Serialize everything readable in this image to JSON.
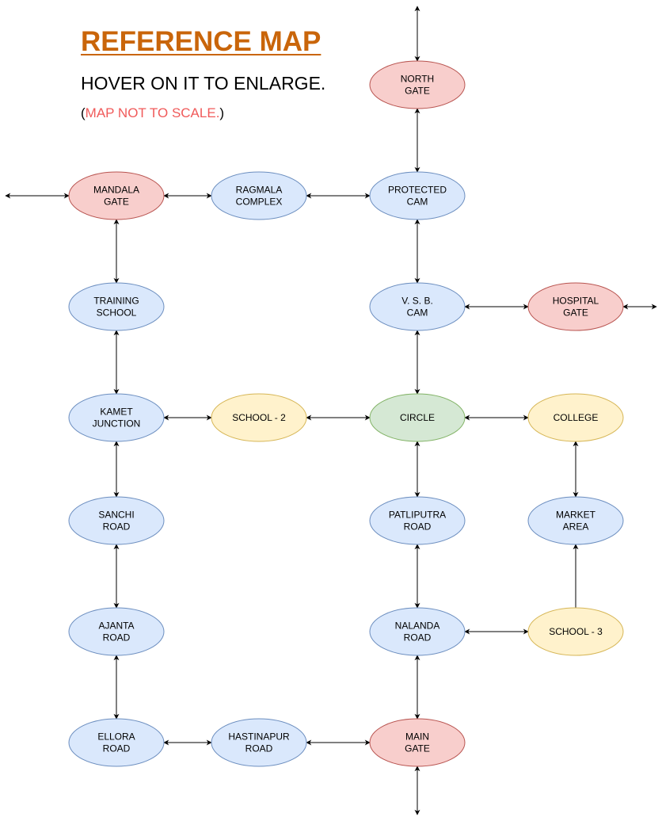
{
  "header": {
    "title": "REFERENCE MAP",
    "subtitle": "HOVER ON IT TO ENLARGE.",
    "note_open": "(",
    "note_text": "MAP NOT TO SCALE.",
    "note_close": ")"
  },
  "colors": {
    "gate_fill": "#f8cecc",
    "gate_stroke": "#b85450",
    "road_fill": "#dae8fc",
    "road_stroke": "#6c8ebf",
    "school_fill": "#fff2cc",
    "school_stroke": "#d6b656",
    "circle_fill": "#d5e8d4",
    "circle_stroke": "#82b366"
  },
  "nodes": [
    {
      "id": "north-gate",
      "lines": [
        "NORTH",
        "GATE"
      ],
      "kind": "gate"
    },
    {
      "id": "mandala-gate",
      "lines": [
        "MANDALA",
        "GATE"
      ],
      "kind": "gate"
    },
    {
      "id": "ragmala-complex",
      "lines": [
        "RAGMALA",
        "COMPLEX"
      ],
      "kind": "road"
    },
    {
      "id": "protected-cam",
      "lines": [
        "PROTECTED",
        "CAM"
      ],
      "kind": "road"
    },
    {
      "id": "training-school",
      "lines": [
        "TRAINING",
        "SCHOOL"
      ],
      "kind": "road"
    },
    {
      "id": "vsb-cam",
      "lines": [
        "V. S. B.",
        "CAM"
      ],
      "kind": "road"
    },
    {
      "id": "hospital-gate",
      "lines": [
        "HOSPITAL",
        "GATE"
      ],
      "kind": "gate"
    },
    {
      "id": "kamet-junction",
      "lines": [
        "KAMET",
        "JUNCTION"
      ],
      "kind": "road"
    },
    {
      "id": "school-2",
      "lines": [
        "SCHOOL - 2"
      ],
      "kind": "school"
    },
    {
      "id": "circle",
      "lines": [
        "CIRCLE"
      ],
      "kind": "circle"
    },
    {
      "id": "college",
      "lines": [
        "COLLEGE"
      ],
      "kind": "school"
    },
    {
      "id": "sanchi-road",
      "lines": [
        "SANCHI",
        "ROAD"
      ],
      "kind": "road"
    },
    {
      "id": "patliputra-road",
      "lines": [
        "PATLIPUTRA",
        "ROAD"
      ],
      "kind": "road"
    },
    {
      "id": "market-area",
      "lines": [
        "MARKET",
        "AREA"
      ],
      "kind": "road"
    },
    {
      "id": "ajanta-road",
      "lines": [
        "AJANTA",
        "ROAD"
      ],
      "kind": "road"
    },
    {
      "id": "nalanda-road",
      "lines": [
        "NALANDA",
        "ROAD"
      ],
      "kind": "road"
    },
    {
      "id": "school-3",
      "lines": [
        "SCHOOL - 3"
      ],
      "kind": "school"
    },
    {
      "id": "ellora-road",
      "lines": [
        "ELLORA",
        "ROAD"
      ],
      "kind": "road"
    },
    {
      "id": "hastinapur-road",
      "lines": [
        "HASTINAPUR",
        "ROAD"
      ],
      "kind": "road"
    },
    {
      "id": "main-gate",
      "lines": [
        "MAIN",
        "GATE"
      ],
      "kind": "gate",
      "large": true
    }
  ],
  "edges": [
    {
      "from": "north-gate",
      "to": "protected-cam",
      "both": true
    },
    {
      "from": "mandala-gate",
      "to": "ragmala-complex",
      "both": true
    },
    {
      "from": "ragmala-complex",
      "to": "protected-cam",
      "both": true
    },
    {
      "from": "mandala-gate",
      "to": "training-school",
      "both": true
    },
    {
      "from": "protected-cam",
      "to": "vsb-cam",
      "both": true
    },
    {
      "from": "vsb-cam",
      "to": "hospital-gate",
      "both": true
    },
    {
      "from": "training-school",
      "to": "kamet-junction",
      "both": true
    },
    {
      "from": "vsb-cam",
      "to": "circle",
      "both": true
    },
    {
      "from": "kamet-junction",
      "to": "school-2",
      "both": true
    },
    {
      "from": "school-2",
      "to": "circle",
      "both": true
    },
    {
      "from": "circle",
      "to": "college",
      "both": true
    },
    {
      "from": "kamet-junction",
      "to": "sanchi-road",
      "both": true
    },
    {
      "from": "circle",
      "to": "patliputra-road",
      "both": true
    },
    {
      "from": "college",
      "to": "market-area",
      "both": true
    },
    {
      "from": "sanchi-road",
      "to": "ajanta-road",
      "both": true
    },
    {
      "from": "patliputra-road",
      "to": "nalanda-road",
      "both": true
    },
    {
      "from": "school-3",
      "to": "market-area",
      "both": false
    },
    {
      "from": "nalanda-road",
      "to": "school-3",
      "both": true
    },
    {
      "from": "ajanta-road",
      "to": "ellora-road",
      "both": true
    },
    {
      "from": "nalanda-road",
      "to": "main-gate",
      "both": true
    },
    {
      "from": "ellora-road",
      "to": "hastinapur-road",
      "both": true
    },
    {
      "from": "hastinapur-road",
      "to": "main-gate",
      "both": true
    }
  ],
  "exits": [
    {
      "node": "north-gate",
      "dir": "up"
    },
    {
      "node": "mandala-gate",
      "dir": "left"
    },
    {
      "node": "hospital-gate",
      "dir": "right"
    },
    {
      "node": "main-gate",
      "dir": "down"
    }
  ]
}
